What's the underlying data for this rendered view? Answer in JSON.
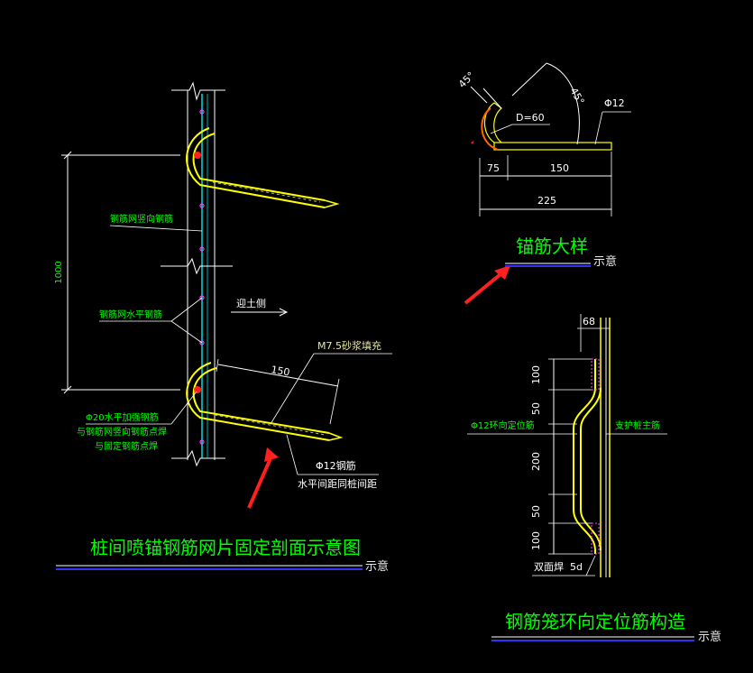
{
  "colors": {
    "background": "#000000",
    "green": "#00ff00",
    "cyan": "#00e0e0",
    "yellow": "#ffff00",
    "white": "#ffffff",
    "red": "#ff2020",
    "orange": "#ff6a00",
    "magenta": "#ff40ff",
    "blue": "#3030ff"
  },
  "section_view": {
    "title": "桩间喷锚钢筋网片固定剖面示意图",
    "title_suffix": "示意",
    "dim_height": "1000",
    "label_vertical_rebar": "钢筋网竖向钢筋",
    "label_horizontal_rebar": "钢筋网水平钢筋",
    "label_soil_side": "迎土侧",
    "label_mortar": "M7.5砂浆填充",
    "dim_anchor": "150",
    "label_reinforce_line1": "Φ20水平加强钢筋",
    "label_reinforce_line2": "与钢筋网竖向钢筋点焊",
    "label_reinforce_line3": "与固定钢筋点焊",
    "label_anchor_bar": "Φ12钢筋",
    "label_anchor_spacing": "水平间距同桩间距"
  },
  "anchor_detail": {
    "title": "锚筋大样",
    "title_suffix": "示意",
    "angle_small": "45°",
    "angle_large": "45°",
    "bend_diameter": "D=60",
    "bar_label": "Φ12",
    "dim_left": "75",
    "dim_right": "150",
    "dim_total": "225"
  },
  "ring_detail": {
    "title": "钢筋笼环向定位筋构造",
    "title_suffix": "示意",
    "dim_top": "68",
    "dims": [
      "100",
      "50",
      "200",
      "50",
      "100"
    ],
    "label_ring_bar": "Φ12环向定位筋",
    "label_main_bar": "支护桩主筋",
    "label_weld_left": "双面焊",
    "label_weld_right": "5d"
  }
}
